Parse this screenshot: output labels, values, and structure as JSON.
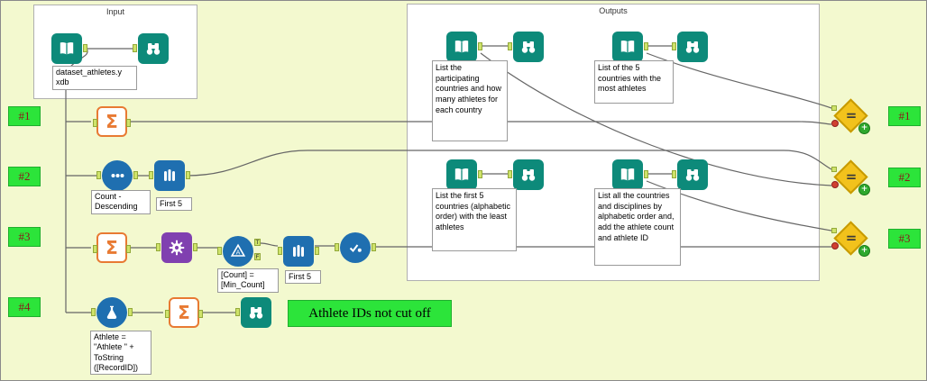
{
  "containers": {
    "input": "Input",
    "outputs": "Outputs"
  },
  "badges": {
    "left": [
      "#1",
      "#2",
      "#3",
      "#4"
    ],
    "right": [
      "#1",
      "#2",
      "#3"
    ]
  },
  "comment": "Athlete IDs not cut off",
  "labels": {
    "dataset": "dataset_athletes.y\nxdb",
    "sort": "Count -\nDescending",
    "sample1": "First 5",
    "filter": "[Count] =\n[Min_Count]",
    "sample2": "First 5",
    "formula": "Athlete =\n\"Athlete \" +\nToString\n([RecordID])"
  },
  "output_notes": [
    "List the participating countries and how many athletes for each country",
    "List of the 5 countries with the most athletes",
    "List the first 5 countries (alphabetic order) with the least athletes",
    "List all the countries and disciplines by alphabetic order and, add the athlete count and athlete ID"
  ],
  "icons": {
    "summarize": "Σ",
    "equals": "=",
    "plus": "+",
    "filter_letter": "A",
    "filter_true": "T",
    "filter_false": "F"
  },
  "colors": {
    "canvas_bg": "#f3f9cf",
    "teal": "#0d8a7a",
    "blue": "#1f6fb0",
    "purple": "#8040b0",
    "orange": "#e87a33",
    "test_yellow": "#f2c21c",
    "badge_green": "#2ce43a",
    "wire": "#666666"
  }
}
